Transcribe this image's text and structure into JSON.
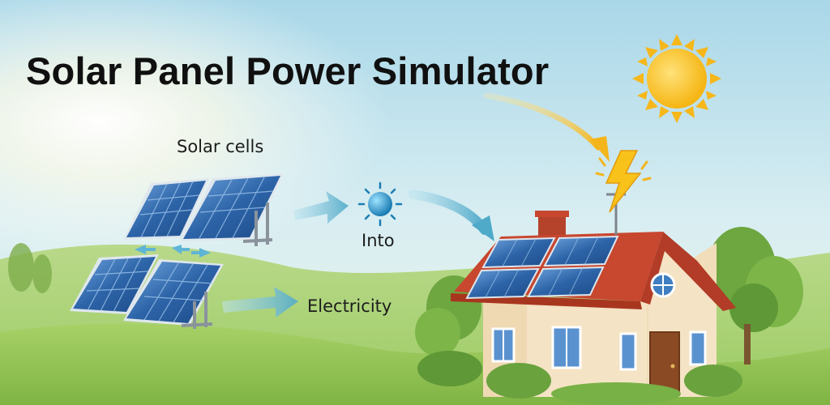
{
  "title": "Solar Panel Power Simulator",
  "labels": {
    "solar_cells": "Solar cells",
    "into": "Into",
    "electricity": "Electricity"
  },
  "colors": {
    "sky": "#bfe2ee",
    "grass": "#8dbd4e",
    "panel": "#2f67a8",
    "roof": "#c8472f",
    "sun": "#f7c21f",
    "wall": "#f4e3c4"
  },
  "icons": [
    "sun-icon",
    "lightning-icon",
    "energy-orb-icon"
  ]
}
